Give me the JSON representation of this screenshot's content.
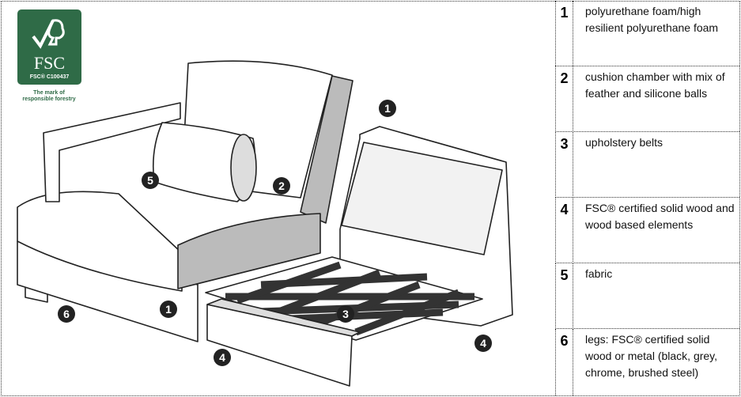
{
  "logo": {
    "brand": "FSC",
    "code": "FSC® C100437",
    "tagline_1": "The mark of",
    "tagline_2": "responsible forestry",
    "color": "#2f6b47"
  },
  "callouts": [
    {
      "label": "1"
    },
    {
      "label": "1"
    },
    {
      "label": "2"
    },
    {
      "label": "3"
    },
    {
      "label": "4"
    },
    {
      "label": "4"
    },
    {
      "label": "5"
    },
    {
      "label": "6"
    }
  ],
  "legend": [
    {
      "num": "1",
      "text": "polyurethane foam/high resilient polyurethane foam"
    },
    {
      "num": "2",
      "text": "cushion chamber with mix of feather and silicone balls"
    },
    {
      "num": "3",
      "text": "upholstery belts"
    },
    {
      "num": "4",
      "text": "FSC® certified solid wood and wood based elements"
    },
    {
      "num": "5",
      "text": "fabric"
    },
    {
      "num": "6",
      "text": "legs: FSC® certified solid wood or metal (black, grey, chrome, brushed steel)"
    }
  ]
}
